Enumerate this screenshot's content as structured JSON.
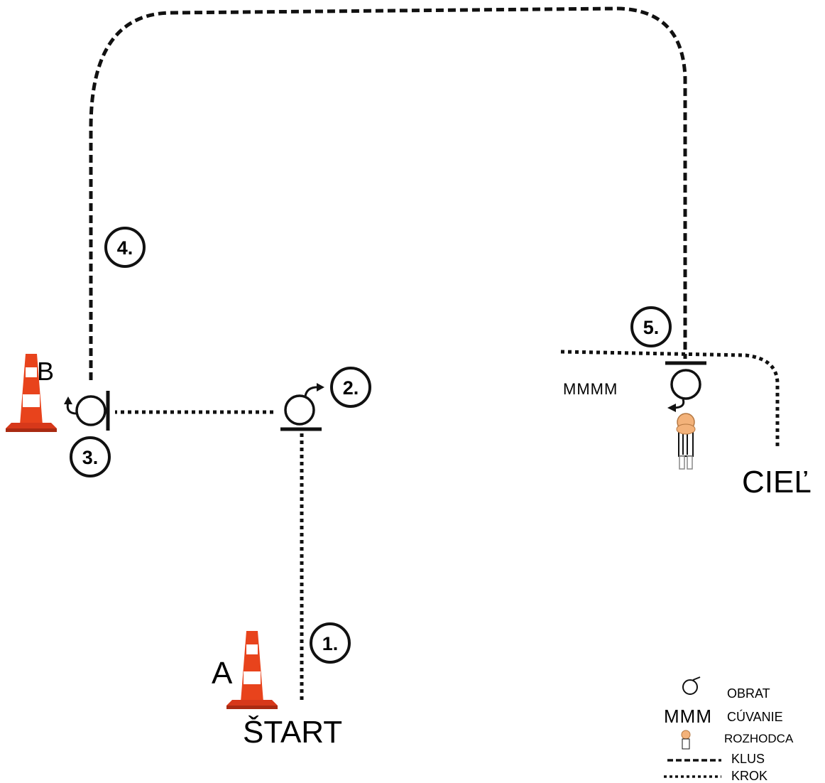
{
  "labels": {
    "start": "ŠTART",
    "finish": "CIEĽ",
    "cone_a": "A",
    "cone_b": "B",
    "reverse_marks": "MMMM"
  },
  "steps": [
    "1.",
    "2.",
    "3.",
    "4.",
    "5."
  ],
  "legend": {
    "turn": "OBRAT",
    "reverse_symbol": "MMM",
    "reverse": "CÚVANIE",
    "judge": "ROZHODCA",
    "trot": "KLUS",
    "walk": "KROK"
  },
  "colors": {
    "cone_orange": "#e8431c",
    "cone_stripe": "#ffffff",
    "line": "#111111",
    "judge_skin": "#f3b27a"
  },
  "icons": [
    "traffic-cone-icon",
    "turn-icon",
    "judge-icon",
    "stop-bar-icon"
  ]
}
